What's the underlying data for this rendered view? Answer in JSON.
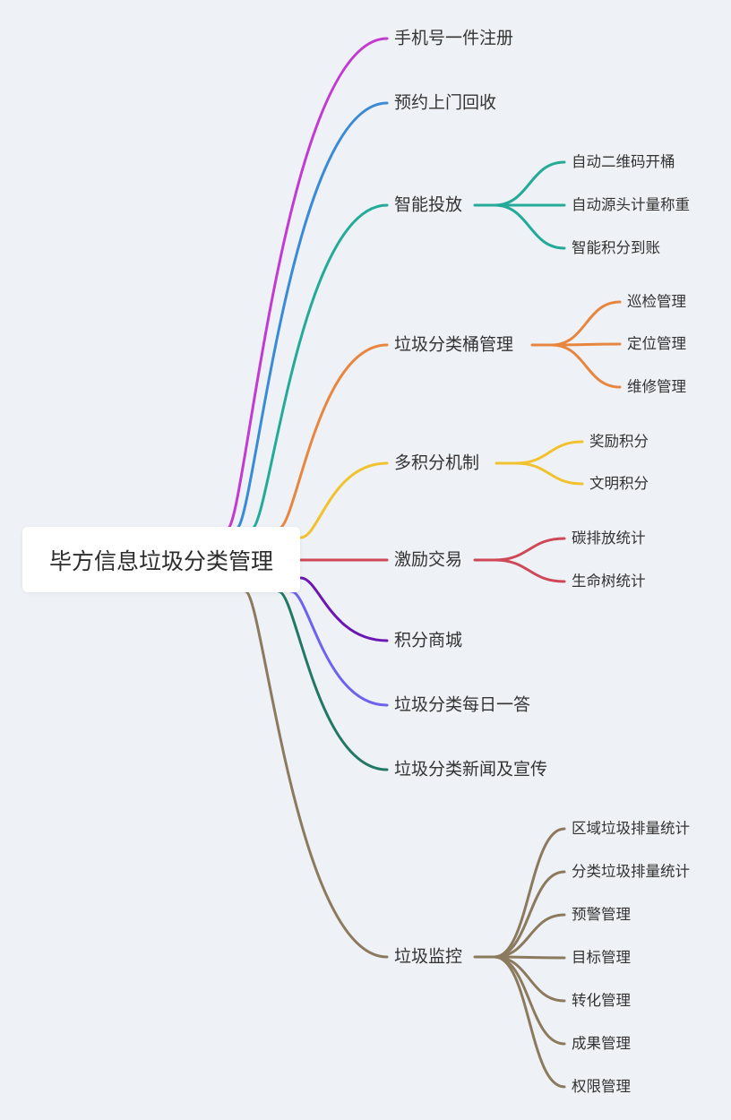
{
  "root": {
    "text": "毕方信息垃圾分类管理"
  },
  "branches": [
    {
      "label": "手机号一件注册",
      "color": "#c23ad1",
      "children": []
    },
    {
      "label": "预约上门回收",
      "color": "#3a8ad6",
      "children": []
    },
    {
      "label": "智能投放",
      "color": "#24aa98",
      "children": [
        "自动二维码开桶",
        "自动源头计量称重",
        "智能积分到账"
      ]
    },
    {
      "label": "垃圾分类桶管理",
      "color": "#e8853e",
      "children": [
        "巡检管理",
        "定位管理",
        "维修管理"
      ]
    },
    {
      "label": "多积分机制",
      "color": "#f2c12e",
      "children": [
        "奖励积分",
        "文明积分"
      ]
    },
    {
      "label": "激励交易",
      "color": "#cf4857",
      "children": [
        "碳排放统计",
        "生命树统计"
      ]
    },
    {
      "label": "积分商城",
      "color": "#6c16b4",
      "children": []
    },
    {
      "label": "垃圾分类每日一答",
      "color": "#6e63ee",
      "children": []
    },
    {
      "label": "垃圾分类新闻及宣传",
      "color": "#227865",
      "children": []
    },
    {
      "label": "垃圾监控",
      "color": "#8c7a5e",
      "children": [
        "区域垃圾排量统计",
        "分类垃圾排量统计",
        "预警管理",
        "目标管理",
        "转化管理",
        "成果管理",
        "权限管理"
      ]
    }
  ]
}
